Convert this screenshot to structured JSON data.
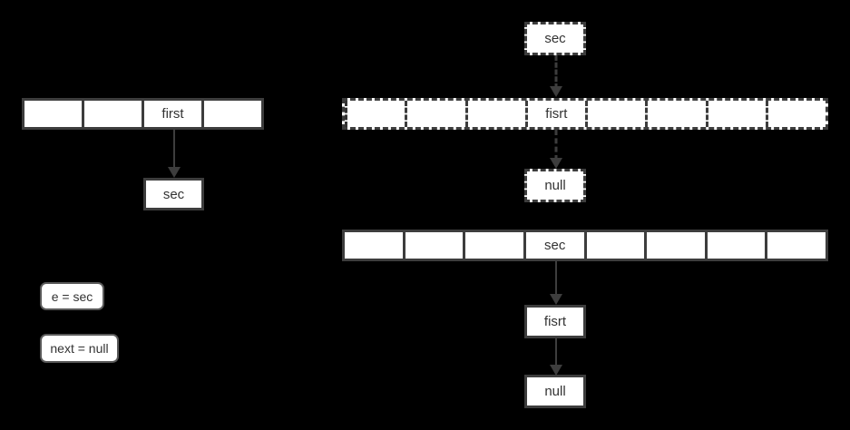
{
  "colors": {
    "background": "#000000",
    "box_fill": "#ffffff",
    "border": "#3d3d3d",
    "pill_border": "#595959",
    "text": "#333333"
  },
  "left": {
    "array": {
      "cells": [
        "",
        "",
        "first",
        ""
      ]
    },
    "sec_node": "sec",
    "e_label": "e = sec",
    "next_label": "next = null"
  },
  "right": {
    "sec_top_node": "sec",
    "dashed_array": {
      "cells": [
        "",
        "",
        "",
        "fisrt",
        "",
        "",
        "",
        ""
      ]
    },
    "null_dashed_node": "null",
    "solid_array": {
      "cells": [
        "",
        "",
        "",
        "sec",
        "",
        "",
        "",
        ""
      ]
    },
    "fisrt_node": "fisrt",
    "null_node": "null"
  }
}
